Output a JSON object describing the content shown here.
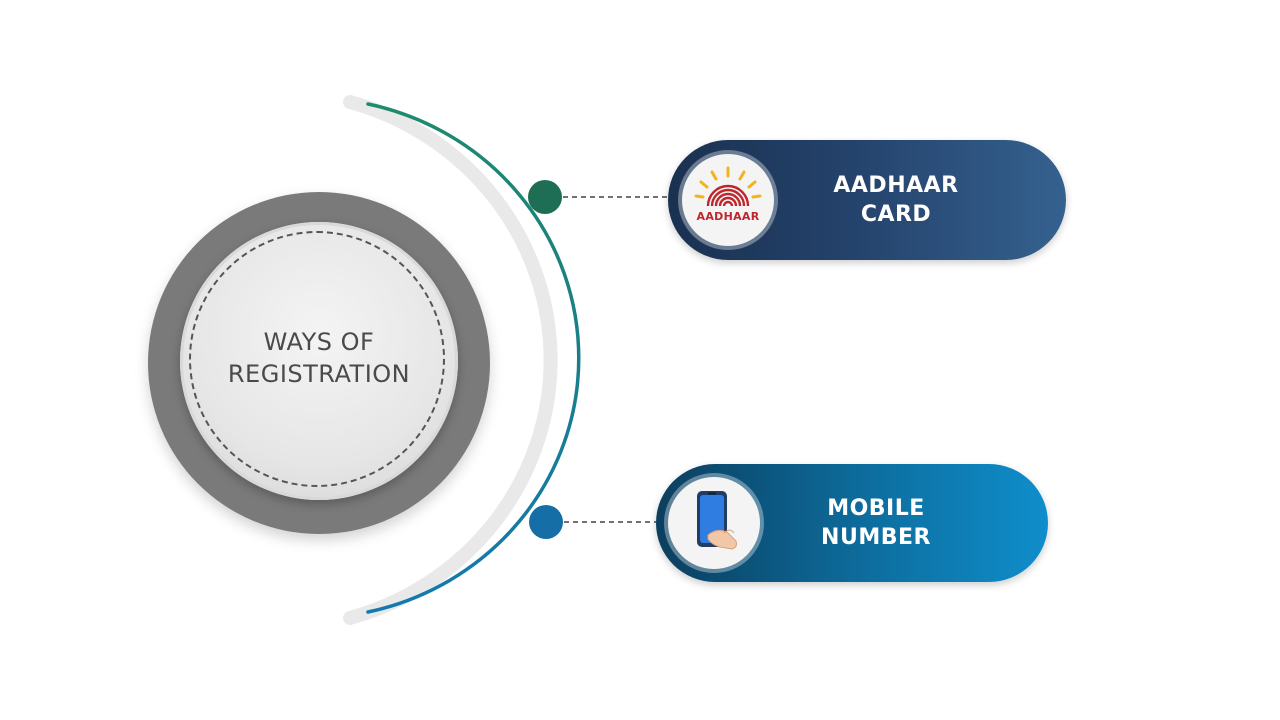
{
  "hub": {
    "line1": "WAYS OF",
    "line2": "REGISTRATION"
  },
  "items": [
    {
      "line1": "AADHAAR",
      "line2": "CARD",
      "icon": "aadhaar-logo-icon",
      "icon_text": "AADHAAR",
      "accent": "#1e8a6e"
    },
    {
      "line1": "MOBILE",
      "line2": "NUMBER",
      "icon": "hand-holding-phone-icon",
      "accent": "#1379b0"
    }
  ],
  "colors": {
    "hub_ring": "#7a7a7a",
    "arc_top": "#1e8a6e",
    "arc_bottom": "#1379b0",
    "aadhaar_pill": "#24426b",
    "mobile_pill": "#0d6e9f",
    "aadhaar_red": "#c0272d",
    "aadhaar_yellow": "#f2b41c",
    "phone_blue": "#2f7de1"
  }
}
